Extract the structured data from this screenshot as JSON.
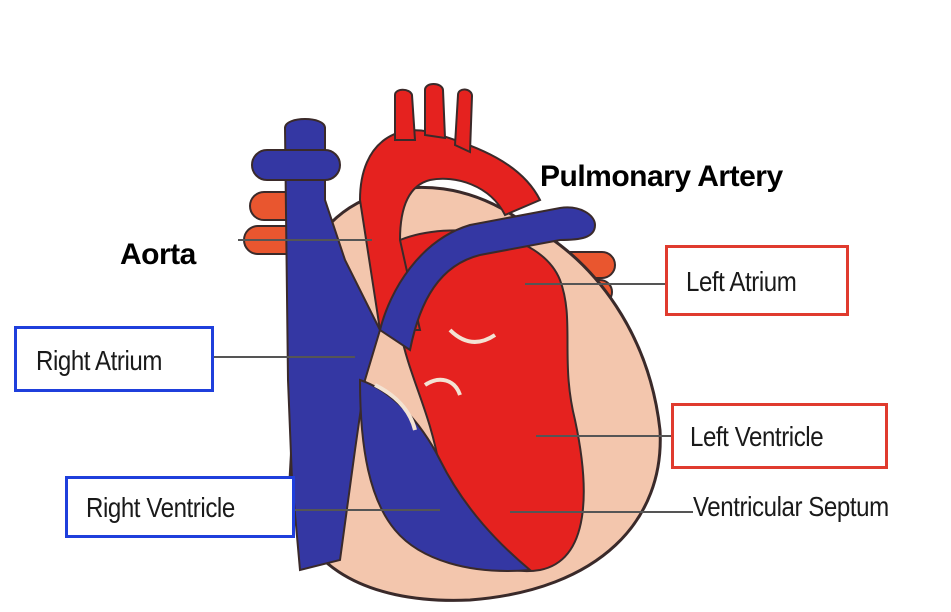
{
  "labels": {
    "pulmonary_artery": "Pulmonary Artery",
    "aorta": "Aorta",
    "left_atrium": "Left Atrium",
    "right_atrium": "Right Atrium",
    "left_ventricle": "Left Ventricle",
    "right_ventricle": "Right Ventricle",
    "ventricular_septum": "Ventricular Septum"
  },
  "colors": {
    "oxygenated": "#e5221f",
    "deoxygenated": "#3437a3",
    "muscle": "#f3c6ad",
    "outline": "#3a2a2a",
    "box_left": "#e03b2e",
    "box_right": "#1f3fdc"
  }
}
